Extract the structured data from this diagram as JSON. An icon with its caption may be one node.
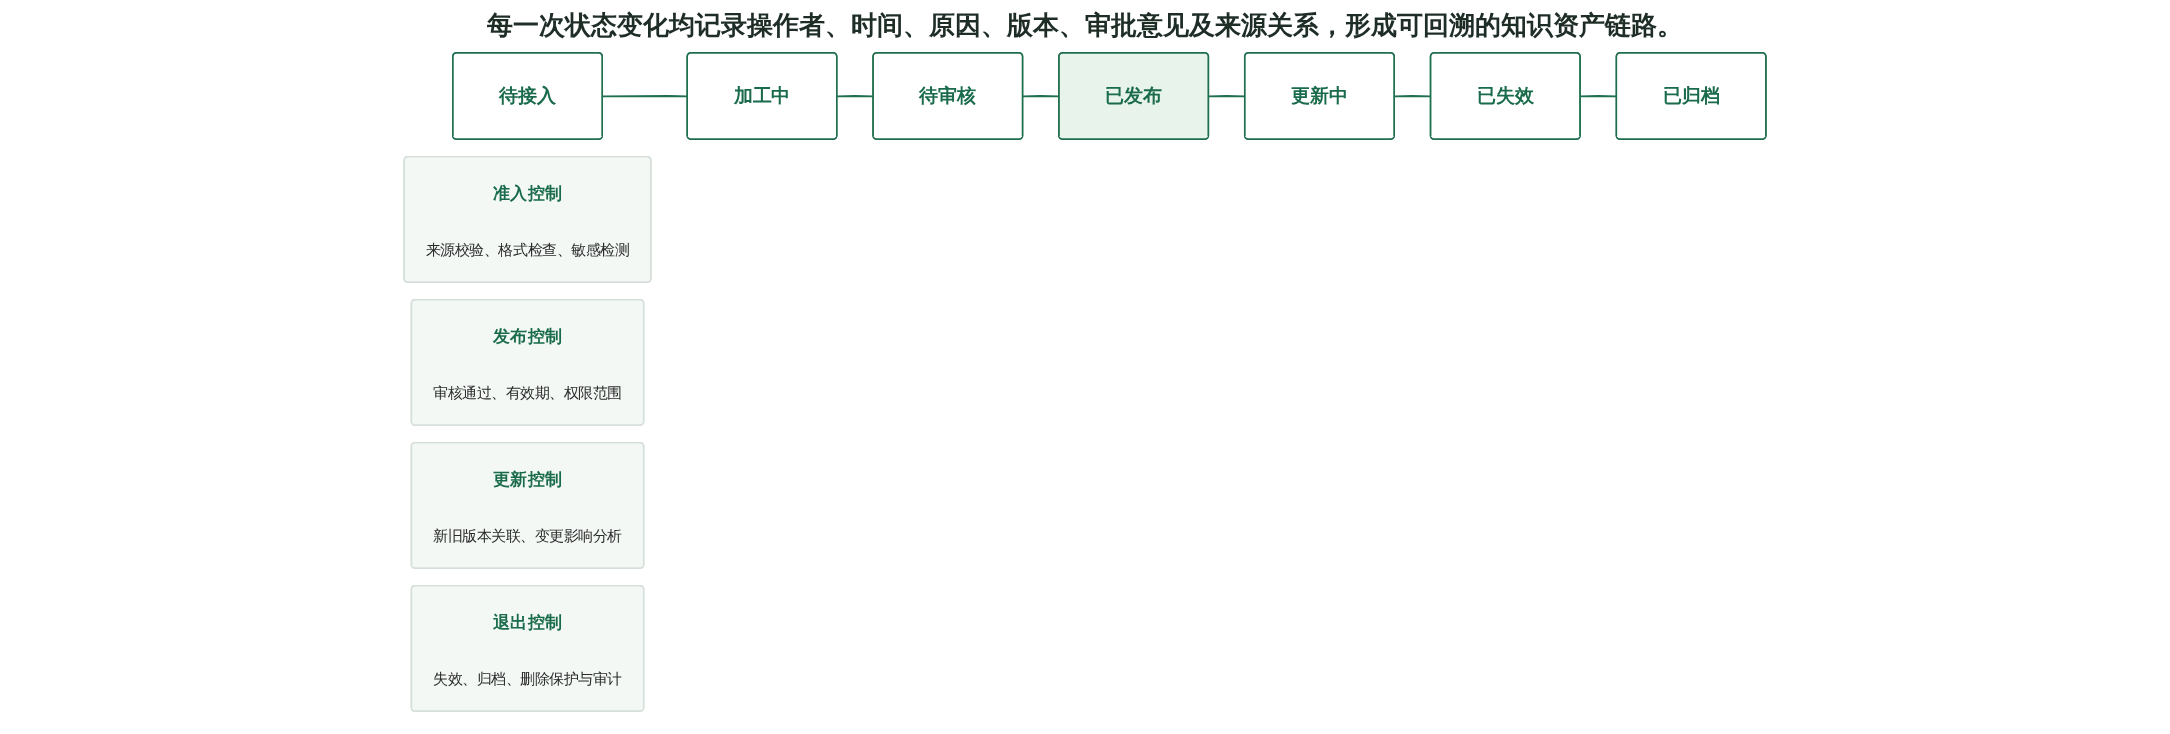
{
  "diagram": {
    "nodes": [
      {
        "text": [
          "待接入"
        ]
      },
      {
        "text": [
          "加工中"
        ]
      },
      {
        "text": [
          "待审核"
        ]
      },
      {
        "text": [
          "已发布"
        ]
      },
      {
        "text": [
          "更新中"
        ]
      },
      {
        "text": [
          "已失效"
        ]
      },
      {
        "text": [
          "已归档"
        ]
      },
      {
        "text": [
          "准入控制",
          "来源校验、格式检查、敏感检测"
        ]
      },
      {
        "text": [
          "发布控制",
          "审核通过、有效期、权限范围"
        ]
      },
      {
        "text": [
          "更新控制",
          "新旧版本关联、变更影响分析"
        ]
      },
      {
        "text": [
          "退出控制",
          "失效、归档、删除保护与审计"
        ]
      }
    ],
    "edges": [
      {
        "from": 0,
        "to": 1,
        "arrow": "none"
      },
      {
        "from": 1,
        "to": 2,
        "arrow": "none"
      },
      {
        "from": 2,
        "to": 3,
        "arrow": "none"
      },
      {
        "from": 3,
        "to": 4,
        "arrow": "none"
      },
      {
        "from": 4,
        "to": 5,
        "arrow": "none"
      },
      {
        "from": 5,
        "to": 6,
        "arrow": "none"
      }
    ],
    "labels": [
      "每一次状态变化均记录操作者、时间、原因、版本、审批意见及来源关系，形成可回溯的知识资产链路。"
    ]
  }
}
